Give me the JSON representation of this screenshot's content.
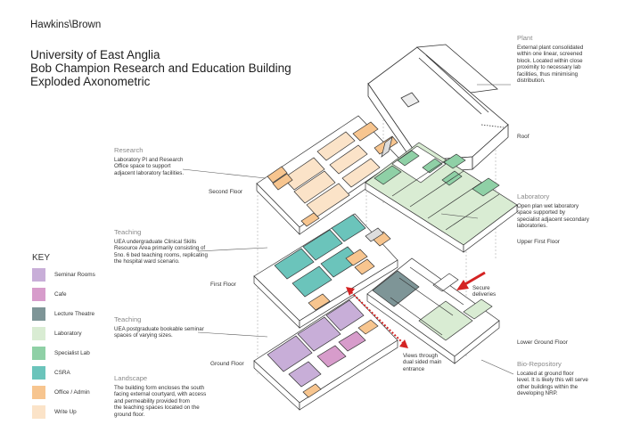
{
  "header": {
    "firm": "Hawkins\\Brown",
    "title_lines": [
      "University of East Anglia",
      "Bob Champion Research and Education Building",
      "Exploded Axonometric"
    ]
  },
  "floors": {
    "roof": "Roof",
    "second": "Second Floor",
    "upper_first": "Upper First Floor",
    "first": "First Floor",
    "lower_ground": "Lower Ground Floor",
    "ground": "Ground Floor"
  },
  "annotations": {
    "plant": {
      "heading": "Plant",
      "body": [
        "External plant consolidated",
        "within one linear, screened",
        "block. Located within close",
        "proximity to necessary lab",
        "facilities, thus minimising",
        "distribution."
      ]
    },
    "research": {
      "heading": "Research",
      "body": [
        "Laboratory PI and Research",
        "Office space to support",
        "adjacent laboratory facilities."
      ]
    },
    "laboratory": {
      "heading": "Laboratory",
      "body": [
        "Open plan wet laboratory",
        "space supported by",
        "specialist adjacent secondary",
        "laboratories."
      ]
    },
    "teaching_upper": {
      "heading": "Teaching",
      "body": [
        "UEA undergraduate Clinical Skills",
        "Resource Area primarily consisting of",
        "5no. 6 bed teaching rooms, replicating",
        "the hospital ward scenario."
      ]
    },
    "teaching_lower": {
      "heading": "Teaching",
      "body": [
        "UEA postgraduate bookable seminar",
        "spaces of varying sizes."
      ]
    },
    "bio_repository": {
      "heading": "Bio-Repository",
      "body": [
        "Located at ground floor",
        "level. It is likely this will serve",
        "other buildings within the",
        "developing NRP."
      ]
    },
    "landscape": {
      "heading": "Landscape",
      "body": [
        "The building form encloses the south",
        "facing external courtyard, with access",
        "and permeability provided from",
        "the teaching spaces located on the",
        "ground floor."
      ]
    },
    "secure_deliveries": [
      "Secure",
      "deliveries"
    ],
    "views": [
      "Views through",
      "dual sided main",
      "entrance"
    ]
  },
  "key": {
    "title": "KEY",
    "items": [
      {
        "label": "Seminar Rooms",
        "color": "#c8aed8"
      },
      {
        "label": "Cafe",
        "color": "#d79ccb"
      },
      {
        "label": "Lecture Theatre",
        "color": "#7e9597"
      },
      {
        "label": "Laboratory",
        "color": "#d9ecd3"
      },
      {
        "label": "Specialist Lab",
        "color": "#8fd0a6"
      },
      {
        "label": "CSRA",
        "color": "#6bc4bb"
      },
      {
        "label": "Office / Admin",
        "color": "#f7c58f"
      },
      {
        "label": "Write Up",
        "color": "#fbe3c8"
      }
    ]
  },
  "colors": {
    "line": "#333333",
    "leader": "#555555",
    "arrow": "#d42323",
    "dashed_arrow": "#d42323"
  }
}
